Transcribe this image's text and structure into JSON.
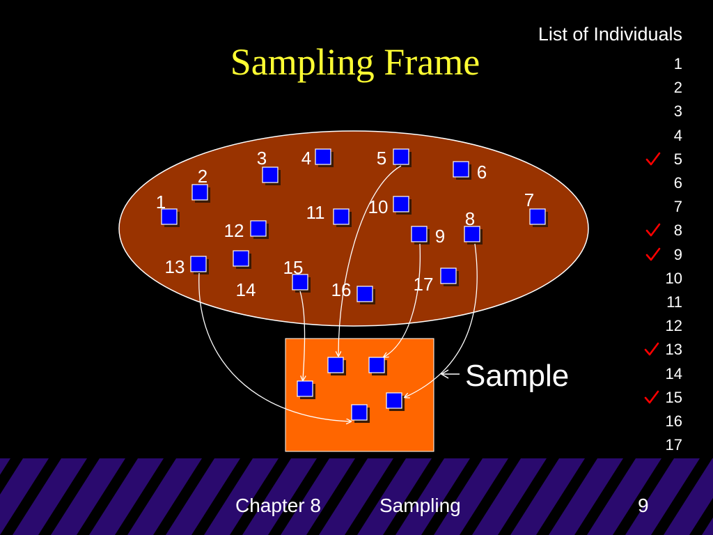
{
  "slide": {
    "title": "Sampling Frame",
    "sample_label": "Sample",
    "population_labels": [
      "1",
      "2",
      "3",
      "4",
      "5",
      "6",
      "7",
      "8",
      "9",
      "10",
      "11",
      "12",
      "13",
      "14",
      "15",
      "16",
      "17"
    ],
    "list": {
      "heading": "List of Individuals",
      "items": [
        {
          "label": "1",
          "selected": false
        },
        {
          "label": "2",
          "selected": false
        },
        {
          "label": "3",
          "selected": false
        },
        {
          "label": "4",
          "selected": false
        },
        {
          "label": "5",
          "selected": true
        },
        {
          "label": "6",
          "selected": false
        },
        {
          "label": "7",
          "selected": false
        },
        {
          "label": "8",
          "selected": true
        },
        {
          "label": "9",
          "selected": true
        },
        {
          "label": "10",
          "selected": false
        },
        {
          "label": "11",
          "selected": false
        },
        {
          "label": "12",
          "selected": false
        },
        {
          "label": "13",
          "selected": true
        },
        {
          "label": "14",
          "selected": false
        },
        {
          "label": "15",
          "selected": true
        },
        {
          "label": "16",
          "selected": false
        },
        {
          "label": "17",
          "selected": false
        }
      ]
    },
    "footer": {
      "chapter": "Chapter 8",
      "topic": "Sampling",
      "page_number": "9"
    }
  },
  "colors": {
    "background": "#000000",
    "title": "#ffff33",
    "population_ellipse": "#993300",
    "sample_box": "#ff6600",
    "individual_square": "#0000ff",
    "square_shadow": "#3a1a05",
    "checkmark": "#ff0000",
    "stripe_band": "#2a0a6e",
    "stripe": "#000000",
    "text": "#ffffff"
  },
  "icons": {
    "individual": "blue-square",
    "selected_marker": "checkmark-icon"
  }
}
